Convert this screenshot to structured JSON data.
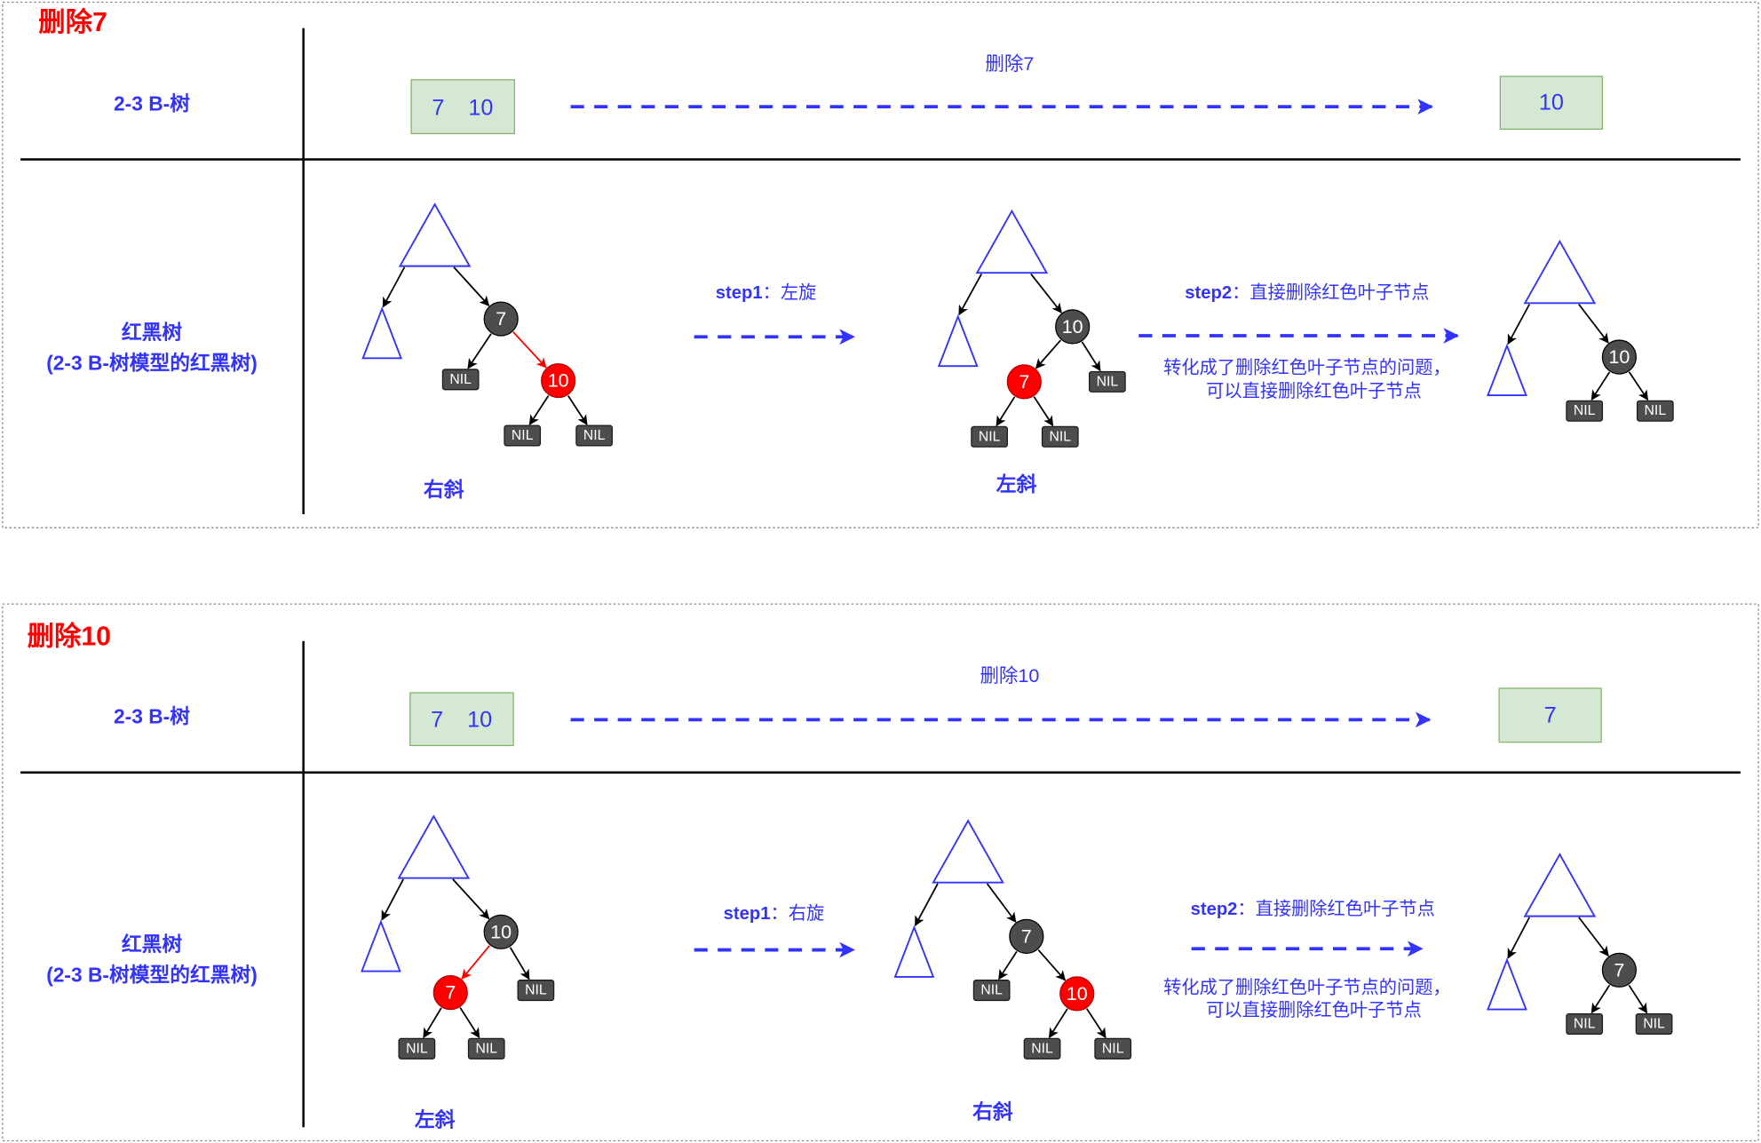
{
  "colors": {
    "accent": "#3333ff",
    "title": "#ff0000",
    "black_node": "#4d4d4d",
    "red_node": "#ff0000",
    "btree_fill": "#d5e8d4",
    "btree_stroke": "#82b366"
  },
  "nil_label": "NIL",
  "sections": [
    {
      "title": "删除7",
      "btree": {
        "row_label": "2-3 B-树",
        "before_keys": [
          "7",
          "10"
        ],
        "op_label": "删除7",
        "after_keys": [
          "10"
        ]
      },
      "rbtree": {
        "row_label": [
          "红黑树",
          "(2-3 B-树模型的红黑树)"
        ],
        "step1": {
          "label": "step1",
          "text": "：左旋"
        },
        "step2": {
          "label": "step2",
          "text": "：直接删除红色叶子节点"
        },
        "note": [
          "转化成了删除红色叶子节点的问题，",
          "可以直接删除红色叶子节点"
        ],
        "trees": [
          {
            "caption": "右斜",
            "nodes": [
              {
                "key": "7",
                "color": "black"
              },
              {
                "key": "10",
                "color": "red"
              }
            ]
          },
          {
            "caption": "左斜",
            "nodes": [
              {
                "key": "10",
                "color": "black"
              },
              {
                "key": "7",
                "color": "red"
              }
            ]
          },
          {
            "nodes": [
              {
                "key": "10",
                "color": "black"
              }
            ]
          }
        ]
      }
    },
    {
      "title": "删除10",
      "btree": {
        "row_label": "2-3 B-树",
        "before_keys": [
          "7",
          "10"
        ],
        "op_label": "删除10",
        "after_keys": [
          "7"
        ]
      },
      "rbtree": {
        "row_label": [
          "红黑树",
          "(2-3 B-树模型的红黑树)"
        ],
        "step1": {
          "label": "step1",
          "text": "：右旋"
        },
        "step2": {
          "label": "step2",
          "text": "：直接删除红色叶子节点"
        },
        "note": [
          "转化成了删除红色叶子节点的问题，",
          "可以直接删除红色叶子节点"
        ],
        "trees": [
          {
            "caption": "左斜",
            "nodes": [
              {
                "key": "10",
                "color": "black"
              },
              {
                "key": "7",
                "color": "red"
              }
            ]
          },
          {
            "caption": "右斜",
            "nodes": [
              {
                "key": "7",
                "color": "black"
              },
              {
                "key": "10",
                "color": "red"
              }
            ]
          },
          {
            "nodes": [
              {
                "key": "7",
                "color": "black"
              }
            ]
          }
        ]
      }
    }
  ]
}
